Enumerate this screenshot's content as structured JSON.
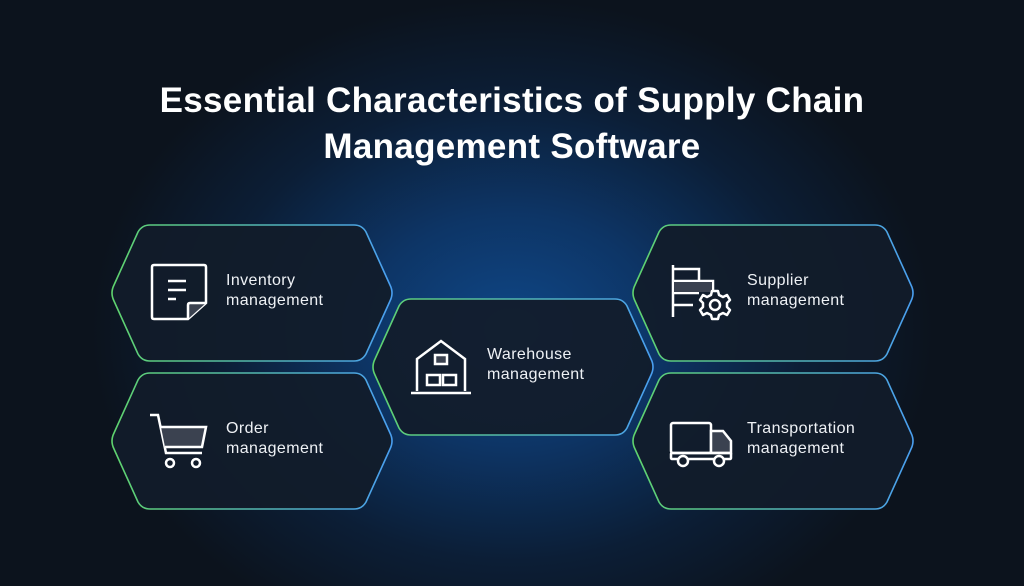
{
  "title": {
    "line1": "Essential Characteristics of Supply Chain",
    "line2": "Management Software"
  },
  "colors": {
    "stroke_start": "#5fd36e",
    "stroke_end": "#4a9ff0",
    "card_fill": "#121c2a"
  },
  "cards": [
    {
      "line1": "Inventory",
      "line2": "management",
      "icon": "document-icon"
    },
    {
      "line1": "Order",
      "line2": "management",
      "icon": "shopping-cart-icon"
    },
    {
      "line1": "Warehouse",
      "line2": "management",
      "icon": "warehouse-icon"
    },
    {
      "line1": "Supplier",
      "line2": "management",
      "icon": "supplier-gear-icon"
    },
    {
      "line1": "Transportation",
      "line2": "management",
      "icon": "truck-icon"
    }
  ]
}
